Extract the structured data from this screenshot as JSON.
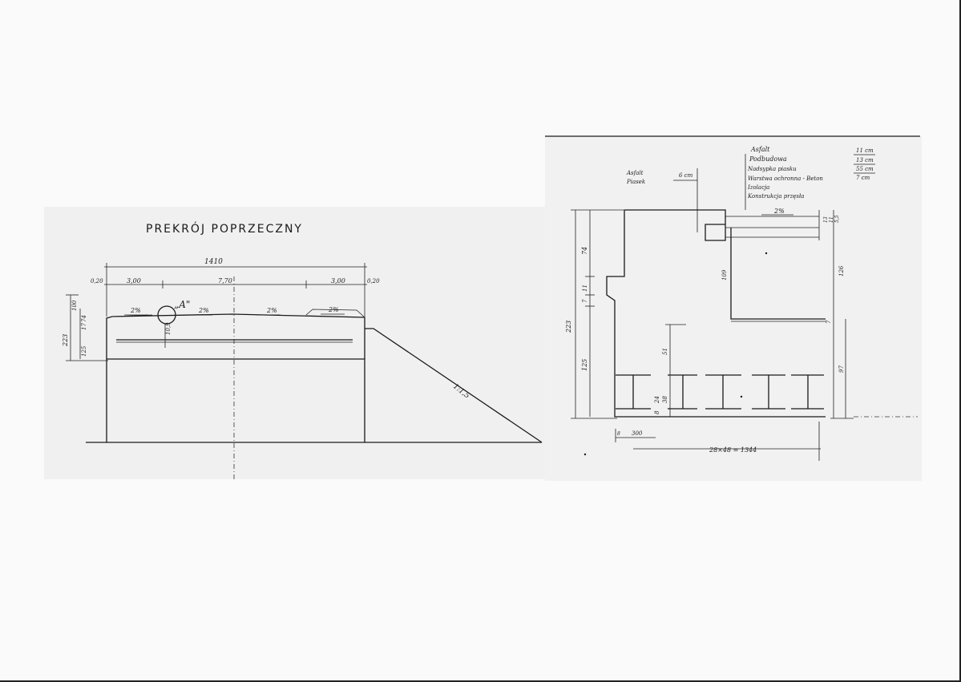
{
  "left": {
    "title": "PREKRÓJ  POPRZECZNY",
    "dims": {
      "total": "1410",
      "edge_left": "0,20",
      "edge_right": "0,20",
      "lane_left": "3,00",
      "lane_mid": "7,70",
      "lane_right": "3,00",
      "h_total": "223",
      "h_top": "100",
      "h_bot": "125",
      "h_a": "17",
      "h_b": "74",
      "h_c": "10,9"
    },
    "slopes": [
      "2%",
      "2%",
      "2%",
      "2%"
    ],
    "detail_label": "„A\"",
    "embankment": "1:1,5"
  },
  "right": {
    "layers": [
      "Asfalt",
      "Podbudowa",
      "Nadsypka piasku",
      "Warstwa ochronna - Beton",
      "Izolacja",
      "Konstrukcja przęsła"
    ],
    "layer_sizes": [
      "11 cm",
      "13 cm",
      "55 cm",
      "7 cm"
    ],
    "side_layers": [
      "Asfalt",
      "Piasek"
    ],
    "side_size": "6 cm",
    "slope": "2%",
    "dims": {
      "v_total": "223",
      "v_74": "74",
      "v_7": "7",
      "v_11": "11",
      "v_125": "125",
      "v_109": "109",
      "v_51": "51",
      "v_38": "38",
      "v_24": "24",
      "v_8": "8",
      "v_126": "126",
      "v_97": "97",
      "v_7b": "7",
      "v_13": "13",
      "v_11b": "11",
      "v_55": "5,5",
      "h_8": "8",
      "h_300": "300",
      "h_span": "28×48 = 1344"
    }
  }
}
